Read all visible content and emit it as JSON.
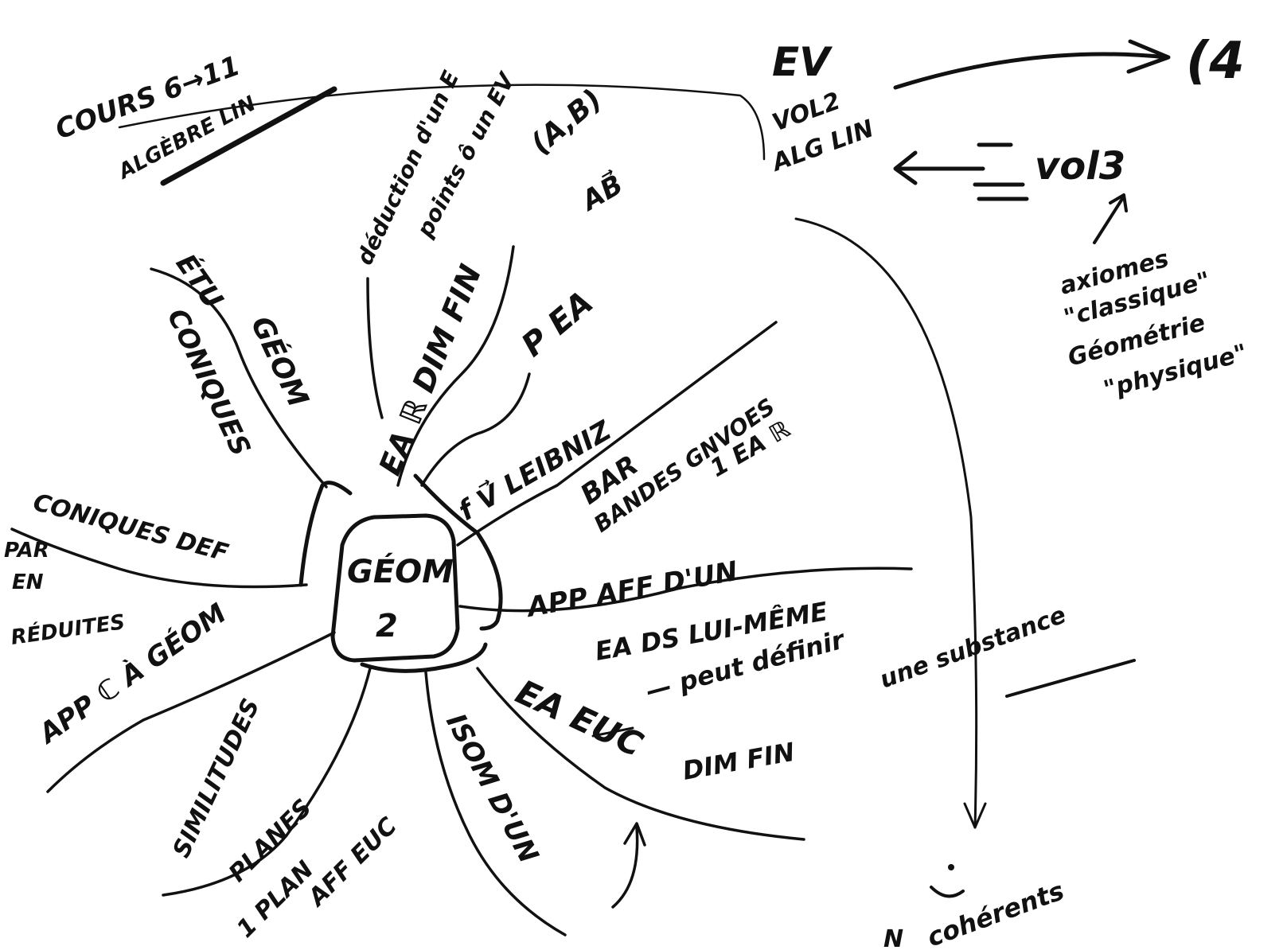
{
  "center": {
    "line1": "GÉOM",
    "line2": "2"
  },
  "labels": {
    "cours": "COURS 6→11",
    "algebre": "ALGÈBRE LIN",
    "deduction": "déduction d'un E",
    "points": "points ô un EV",
    "ab_pair": "(A,B)",
    "ab_vec": "AB⃗",
    "ev": "EV",
    "vol2": "VOL2",
    "algcin": "ALG LIN",
    "four": "(4",
    "vol3": "vol3",
    "axiomes": "axiomes",
    "classique": "\"classique\"",
    "geometrie": "Géométrie",
    "physique": "\"physique\"",
    "eta": "ÉTU",
    "geom": "GÉOM",
    "coniques": "CONIQUES",
    "eardimfin": "EA ℝ DIM FIN",
    "pea": "P EA",
    "leibniz": "f V⃗ LEIBNIZ",
    "bar": "BAR",
    "bandes": "BANDES GNVOES",
    "un_ea": "1 EA ℝ",
    "coniques_def": "CONIQUES DEF",
    "par": "PAR",
    "en": "EN",
    "reduites": "RÉDUITES",
    "app_aff": "APP AFF D'UN",
    "ea_ds": "EA DS LUI-MÊME",
    "app_geom": "APP ℂ À GÉOM",
    "ea_euc": "EA EUC",
    "peut_definir": "— peut définir",
    "substance": "une substance",
    "dim_fin": "DIM FIN",
    "similitudes": "SIMILITUDES",
    "planes": "PLANES",
    "un_plan": "1 PLAN",
    "aff_euc": "AFF EUC",
    "isom": "ISOM D'UN",
    "coherents": "cohérents",
    "bottom_n": "N"
  }
}
